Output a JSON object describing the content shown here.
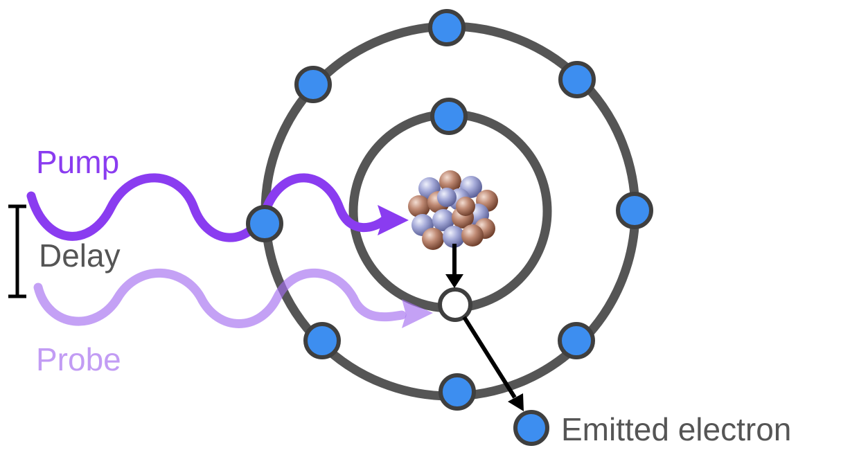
{
  "labels": {
    "pump": "Pump",
    "delay": "Delay",
    "probe": "Probe",
    "emitted_electron": "Emitted electron"
  },
  "colors": {
    "pump": "#8a3cf0",
    "probe": "#c29cf4",
    "delay_bracket": "#000000",
    "label_gray": "#555555",
    "orbit": "#555555",
    "electron_fill": "#3d8ef0",
    "electron_stroke": "#3f3f3f",
    "vacancy_fill": "#ffffff",
    "arrow": "#000000",
    "proton": "#b07a66",
    "neutron": "#9da2d6"
  }
}
